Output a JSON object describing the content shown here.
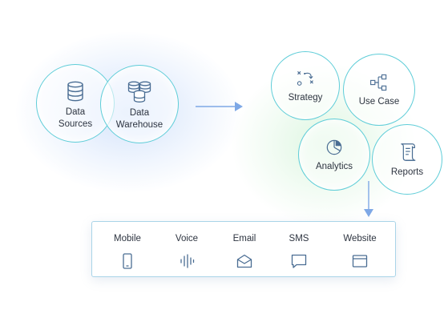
{
  "colors": {
    "node_border": "#5fcdd8",
    "icon_stroke": "#4a6d93",
    "arrow": "#7ea8e6",
    "panel_border": "#a9d4e8",
    "text": "#2d3440"
  },
  "sources": {
    "data_sources": {
      "label_line1": "Data",
      "label_line2": "Sources",
      "icon": "database-icon"
    },
    "data_warehouse": {
      "label_line1": "Data",
      "label_line2": "Warehouse",
      "icon": "stacked-databases-icon"
    }
  },
  "outputs": {
    "strategy": {
      "label": "Strategy",
      "icon": "strategy-icon"
    },
    "use_case": {
      "label": "Use Case",
      "icon": "flowchart-icon"
    },
    "analytics": {
      "label": "Analytics",
      "icon": "pie-chart-icon"
    },
    "reports": {
      "label": "Reports",
      "icon": "scroll-icon"
    }
  },
  "channels": [
    {
      "label": "Mobile",
      "icon": "mobile-phone-icon"
    },
    {
      "label": "Voice",
      "icon": "sound-wave-icon"
    },
    {
      "label": "Email",
      "icon": "envelope-icon"
    },
    {
      "label": "SMS",
      "icon": "chat-bubble-icon"
    },
    {
      "label": "Website",
      "icon": "browser-window-icon"
    }
  ]
}
